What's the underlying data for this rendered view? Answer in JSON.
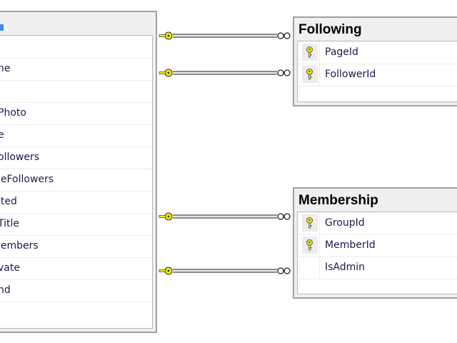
{
  "left_table": {
    "title_fragment": "",
    "columns": [
      "",
      "ne",
      "",
      "Photo",
      "e",
      "ollowers",
      "leFollowers",
      "ited",
      "Title",
      "lembers",
      "vate",
      "nd"
    ]
  },
  "following": {
    "title": "Following",
    "columns": [
      {
        "name": "PageId",
        "key": true
      },
      {
        "name": "FollowerId",
        "key": true
      }
    ]
  },
  "membership": {
    "title": "Membership",
    "columns": [
      {
        "name": "GroupId",
        "key": true
      },
      {
        "name": "MemberId",
        "key": true
      },
      {
        "name": "IsAdmin",
        "key": false
      }
    ]
  },
  "colors": {
    "key": "#f5f000",
    "line": "#8c8c8c",
    "header_bg": "#f0f0f0",
    "text": "#1a1a50"
  },
  "relationships": [
    {
      "from": "left_table",
      "to": "following",
      "type": "one-to-many"
    },
    {
      "from": "left_table",
      "to": "following",
      "type": "one-to-many"
    },
    {
      "from": "left_table",
      "to": "membership",
      "type": "one-to-many"
    },
    {
      "from": "left_table",
      "to": "membership",
      "type": "one-to-many"
    }
  ]
}
